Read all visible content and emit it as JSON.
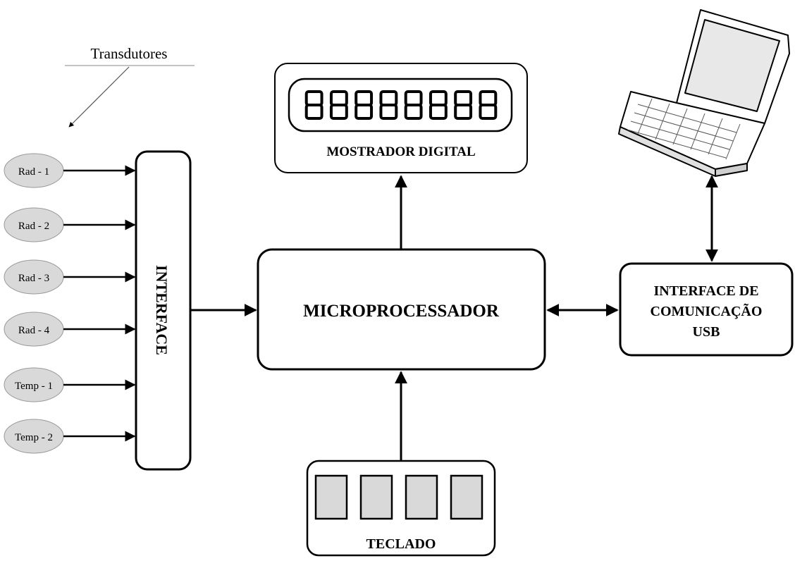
{
  "transducer_caption": "Transdutores",
  "transducers": [
    "Rad - 1",
    "Rad - 2",
    "Rad - 3",
    "Rad - 4",
    "Temp - 1",
    "Temp - 2"
  ],
  "interface_label": "INTERFACE",
  "processor_label": "MICROPROCESSADOR",
  "display": {
    "digits": "88888888",
    "label": "MOSTRADOR DIGITAL"
  },
  "keyboard_label": "TECLADO",
  "usb_interface": {
    "line1": "INTERFACE DE",
    "line2": "COMUNICAÇÃO",
    "line3": "USB"
  },
  "icons": [
    "laptop-icon",
    "keyboard-key-icon",
    "seven-segment-digit-icon"
  ],
  "colors": {
    "stroke": "#000000",
    "ellipse_fill": "#d9d9d9",
    "key_fill": "#d9d9d9",
    "laptop_screen": "#e8e8e8"
  }
}
